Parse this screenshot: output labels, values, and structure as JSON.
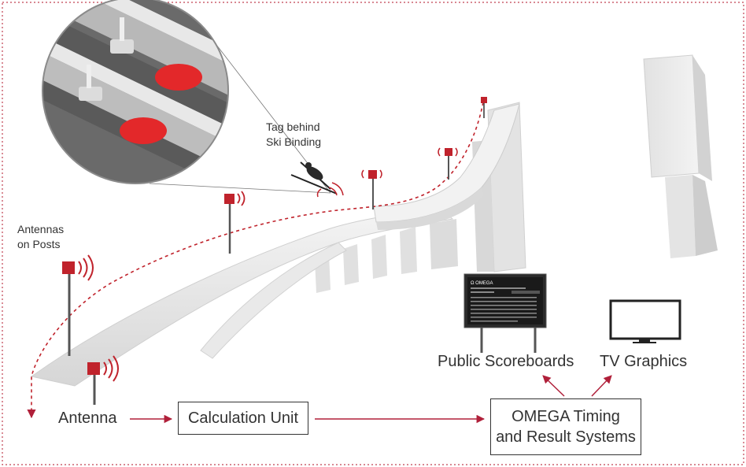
{
  "labels": {
    "tag": [
      "Tag behind",
      "Ski Binding"
    ],
    "antennas_posts": [
      "Antennas",
      "on Posts"
    ],
    "antenna": "Antenna",
    "calculation_unit": "Calculation Unit",
    "omega_system": [
      "OMEGA Timing",
      "and Result Systems"
    ],
    "public_scoreboards": "Public Scoreboards",
    "tv_graphics": "TV Graphics"
  },
  "scoreboard": {
    "brand": "Ω OMEGA"
  },
  "colors": {
    "accent_red": "#b0203a",
    "antenna_red": "#c0232c",
    "tag_red": "#e3282a",
    "structure_gray": "#e6e6e6",
    "text": "#333333",
    "border_dotted": "#c04050"
  },
  "icons": [
    "antenna-icon",
    "tv-icon",
    "scoreboard-icon",
    "ski-jumper-icon"
  ]
}
